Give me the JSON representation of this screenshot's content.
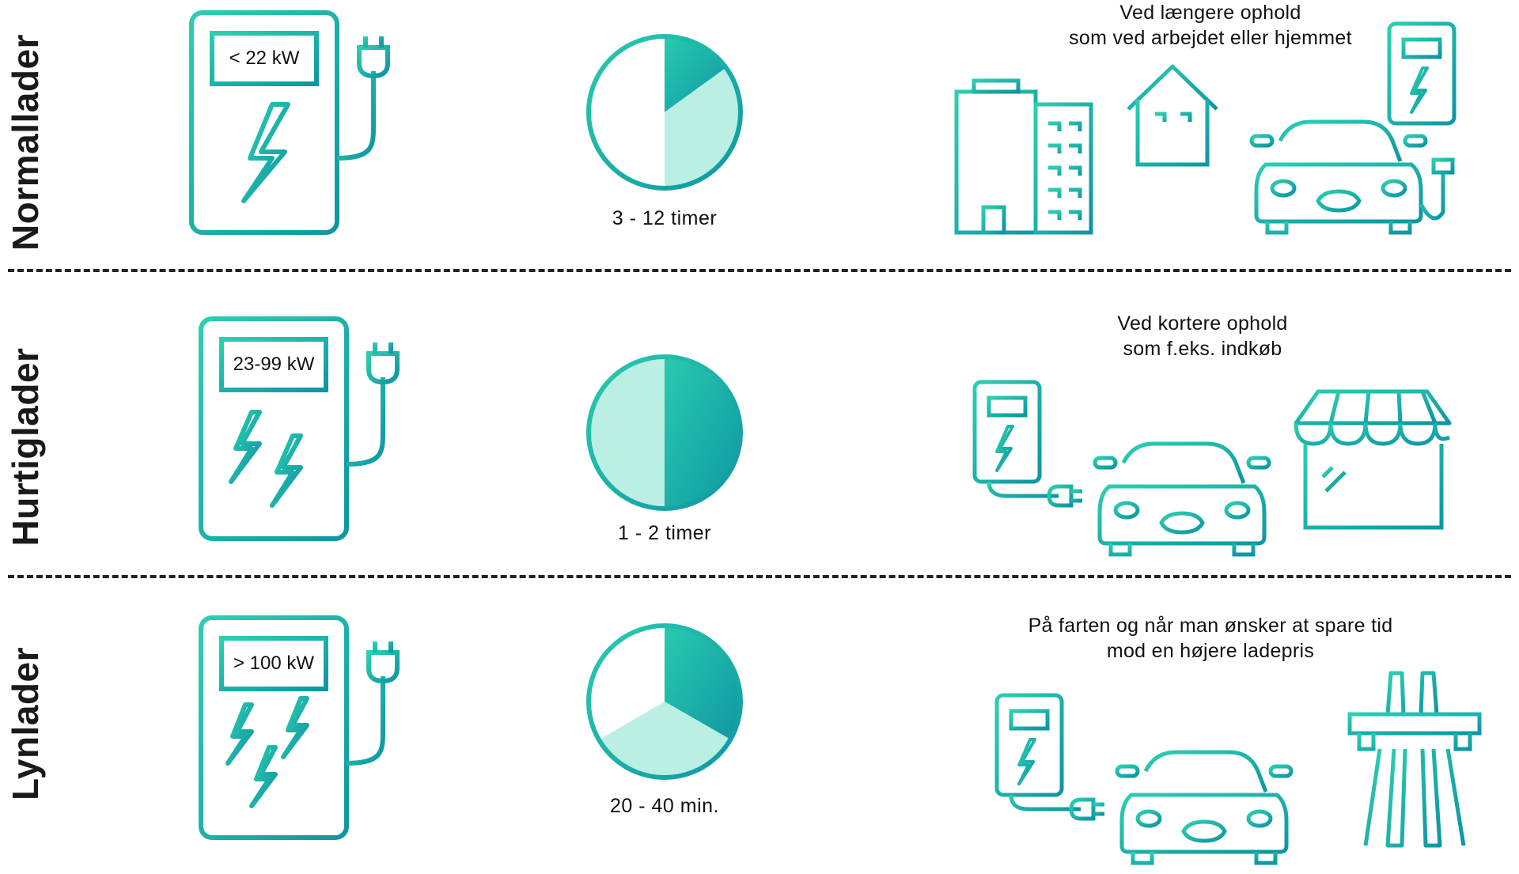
{
  "colors": {
    "teal_light": "#29cbae",
    "teal_dark": "#0f97a4",
    "mint": "#bcefe3",
    "divider": "#222222"
  },
  "rows": [
    {
      "label": "Normallader",
      "power": "< 22 kW",
      "bolts": 1,
      "time": "3 - 12 timer",
      "pie_dark_fraction": 0.15,
      "pie_mint_fraction": 0.35,
      "use_lines": [
        "Ved længere ophold",
        "som ved arbejdet eller hjemmet"
      ],
      "icons": [
        "office-building-icon",
        "house-icon",
        "charging-station-icon",
        "car-icon"
      ]
    },
    {
      "label": "Hurtiglader",
      "power": "23-99 kW",
      "bolts": 2,
      "time": "1 - 2 timer",
      "pie_dark_fraction": 0.5,
      "pie_mint_fraction": 0.5,
      "use_lines": [
        "Ved kortere ophold",
        "som f.eks. indkøb"
      ],
      "icons": [
        "charging-station-icon",
        "car-icon",
        "shop-icon"
      ]
    },
    {
      "label": "Lynlader",
      "power": "> 100 kW",
      "bolts": 3,
      "time": "20 - 40 min.",
      "pie_dark_fraction": 0.333,
      "pie_mint_fraction": 0.333,
      "use_lines": [
        "På farten og når man ønsker at spare tid",
        "mod en højere ladepris"
      ],
      "icons": [
        "charging-station-icon",
        "car-icon",
        "highway-icon"
      ]
    }
  ]
}
